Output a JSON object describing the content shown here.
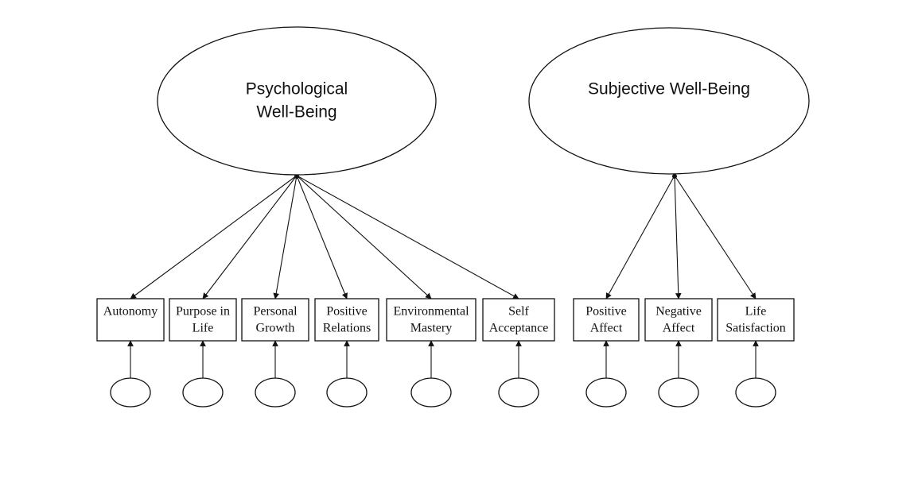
{
  "diagram": {
    "latent_factors": [
      {
        "id": "pwb",
        "lines": [
          "Psychological",
          "Well-Being"
        ]
      },
      {
        "id": "swb",
        "lines": [
          "Subjective Well-Being"
        ]
      }
    ],
    "indicators": [
      {
        "id": "autonomy",
        "factor": "pwb",
        "lines": [
          "Autonomy"
        ]
      },
      {
        "id": "purpose",
        "factor": "pwb",
        "lines": [
          "Purpose in",
          "Life"
        ]
      },
      {
        "id": "growth",
        "factor": "pwb",
        "lines": [
          "Personal",
          "Growth"
        ]
      },
      {
        "id": "relations",
        "factor": "pwb",
        "lines": [
          "Positive",
          "Relations"
        ]
      },
      {
        "id": "mastery",
        "factor": "pwb",
        "lines": [
          "Environmental",
          "Mastery"
        ]
      },
      {
        "id": "acceptance",
        "factor": "pwb",
        "lines": [
          "Self",
          "Acceptance"
        ]
      },
      {
        "id": "pos-affect",
        "factor": "swb",
        "lines": [
          "Positive",
          "Affect"
        ]
      },
      {
        "id": "neg-affect",
        "factor": "swb",
        "lines": [
          "Negative",
          "Affect"
        ]
      },
      {
        "id": "life-sat",
        "factor": "swb",
        "lines": [
          "Life",
          "Satisfaction"
        ]
      }
    ],
    "colors": {
      "line": "#111111",
      "background": "#ffffff"
    }
  }
}
